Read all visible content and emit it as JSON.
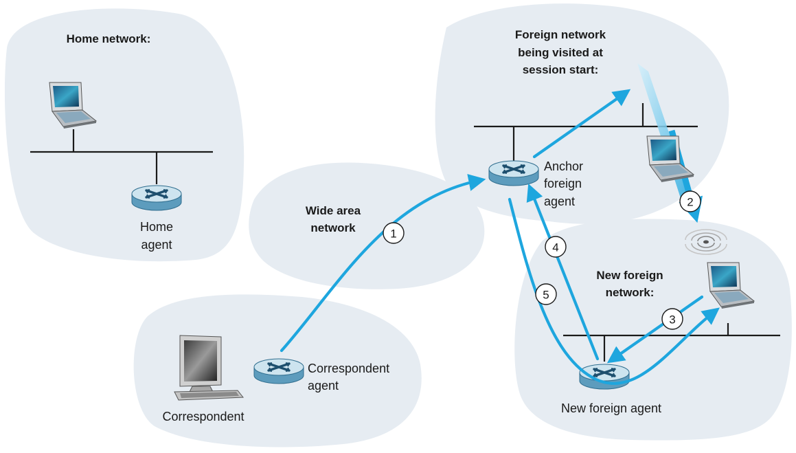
{
  "labels": {
    "home_network": "Home network:",
    "foreign_network_line1": "Foreign network",
    "foreign_network_line2": "being visited at",
    "foreign_network_line3": "session start:",
    "wide_area_line1": "Wide area",
    "wide_area_line2": "network",
    "home_agent_line1": "Home",
    "home_agent_line2": "agent",
    "anchor_line1": "Anchor",
    "anchor_line2": "foreign",
    "anchor_line3": "agent",
    "new_foreign_network_line1": "New foreign",
    "new_foreign_network_line2": "network:",
    "correspondent_agent_line1": "Correspondent",
    "correspondent_agent_line2": "agent",
    "correspondent": "Correspondent",
    "new_foreign_agent": "New foreign agent"
  },
  "steps": [
    "1",
    "2",
    "3",
    "4",
    "5"
  ],
  "colors": {
    "arrow": "#1ea6de",
    "cloud": "#e6ecf2",
    "router_top": "#cde4ef",
    "router_side": "#5d9cbd"
  },
  "icons": [
    "laptop-icon",
    "router-icon",
    "desktop-computer-icon",
    "wireless-signal-icon"
  ]
}
